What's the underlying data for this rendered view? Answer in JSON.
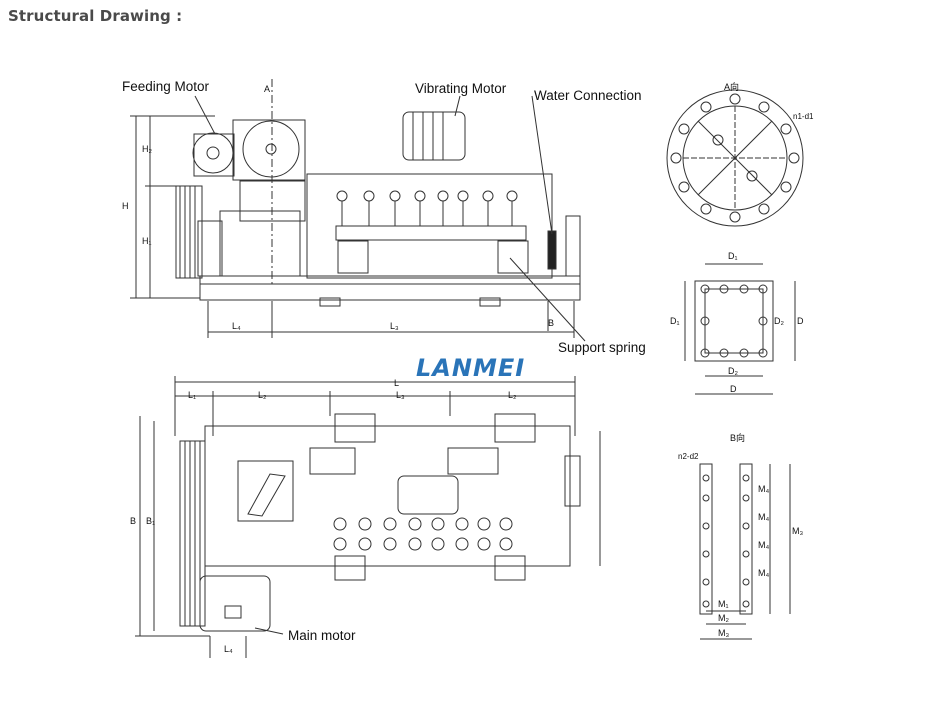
{
  "header": {
    "title": "Structural Drawing :"
  },
  "labels": {
    "feeding_motor": "Feeding Motor",
    "vibrating_motor": "Vibrating Motor",
    "water_connection": "Water Connection",
    "support_spring": "Support spring",
    "main_motor": "Main motor"
  },
  "logo": {
    "text": "LANMEI",
    "color": "#2a74b8"
  },
  "dims": {
    "view_a": "A向",
    "view_b": "B向",
    "L": "L",
    "L1": "L₁",
    "L2": "L₂",
    "L3": "L₃",
    "L4": "L₄",
    "B": "B",
    "B1": "B₁",
    "H": "H",
    "H1": "H₁",
    "H2": "H₂",
    "D": "D",
    "D1": "D₁",
    "D2": "D₂",
    "M1": "M₁",
    "M2": "M₂",
    "M3": "M₃",
    "M4": "M₄",
    "n1d1": "n1-d1",
    "n2d2": "n2-d2",
    "A": "A",
    "Bm": "B"
  },
  "colors": {
    "line": "#333333",
    "label": "#111111",
    "title": "#4a4a4a"
  }
}
